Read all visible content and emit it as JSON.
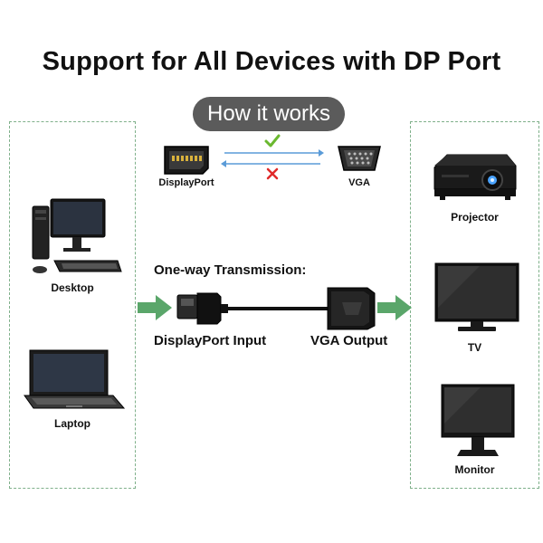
{
  "title": "Support for All Devices with DP Port",
  "how_it_works": "How it works",
  "connectors": {
    "displayport_label": "DisplayPort",
    "vga_label": "VGA",
    "forward_status": "check",
    "reverse_status": "cross"
  },
  "left_devices": [
    {
      "label": "Desktop",
      "icon": "desktop-computer-icon"
    },
    {
      "label": "Laptop",
      "icon": "laptop-icon"
    }
  ],
  "right_devices": [
    {
      "label": "Projector",
      "icon": "projector-icon"
    },
    {
      "label": "TV",
      "icon": "tv-icon"
    },
    {
      "label": "Monitor",
      "icon": "monitor-icon"
    }
  ],
  "transmission": {
    "heading": "One-way Transmission:",
    "input_label": "DisplayPort Input",
    "output_label": "VGA Output"
  },
  "colors": {
    "arrow_green": "#5aa66a",
    "check_green": "#6ab82f",
    "cross_red": "#e02a2a",
    "line_blue": "#5a9bd8",
    "panel_border": "#7fb08a",
    "pill_bg": "#5b5b5b"
  }
}
